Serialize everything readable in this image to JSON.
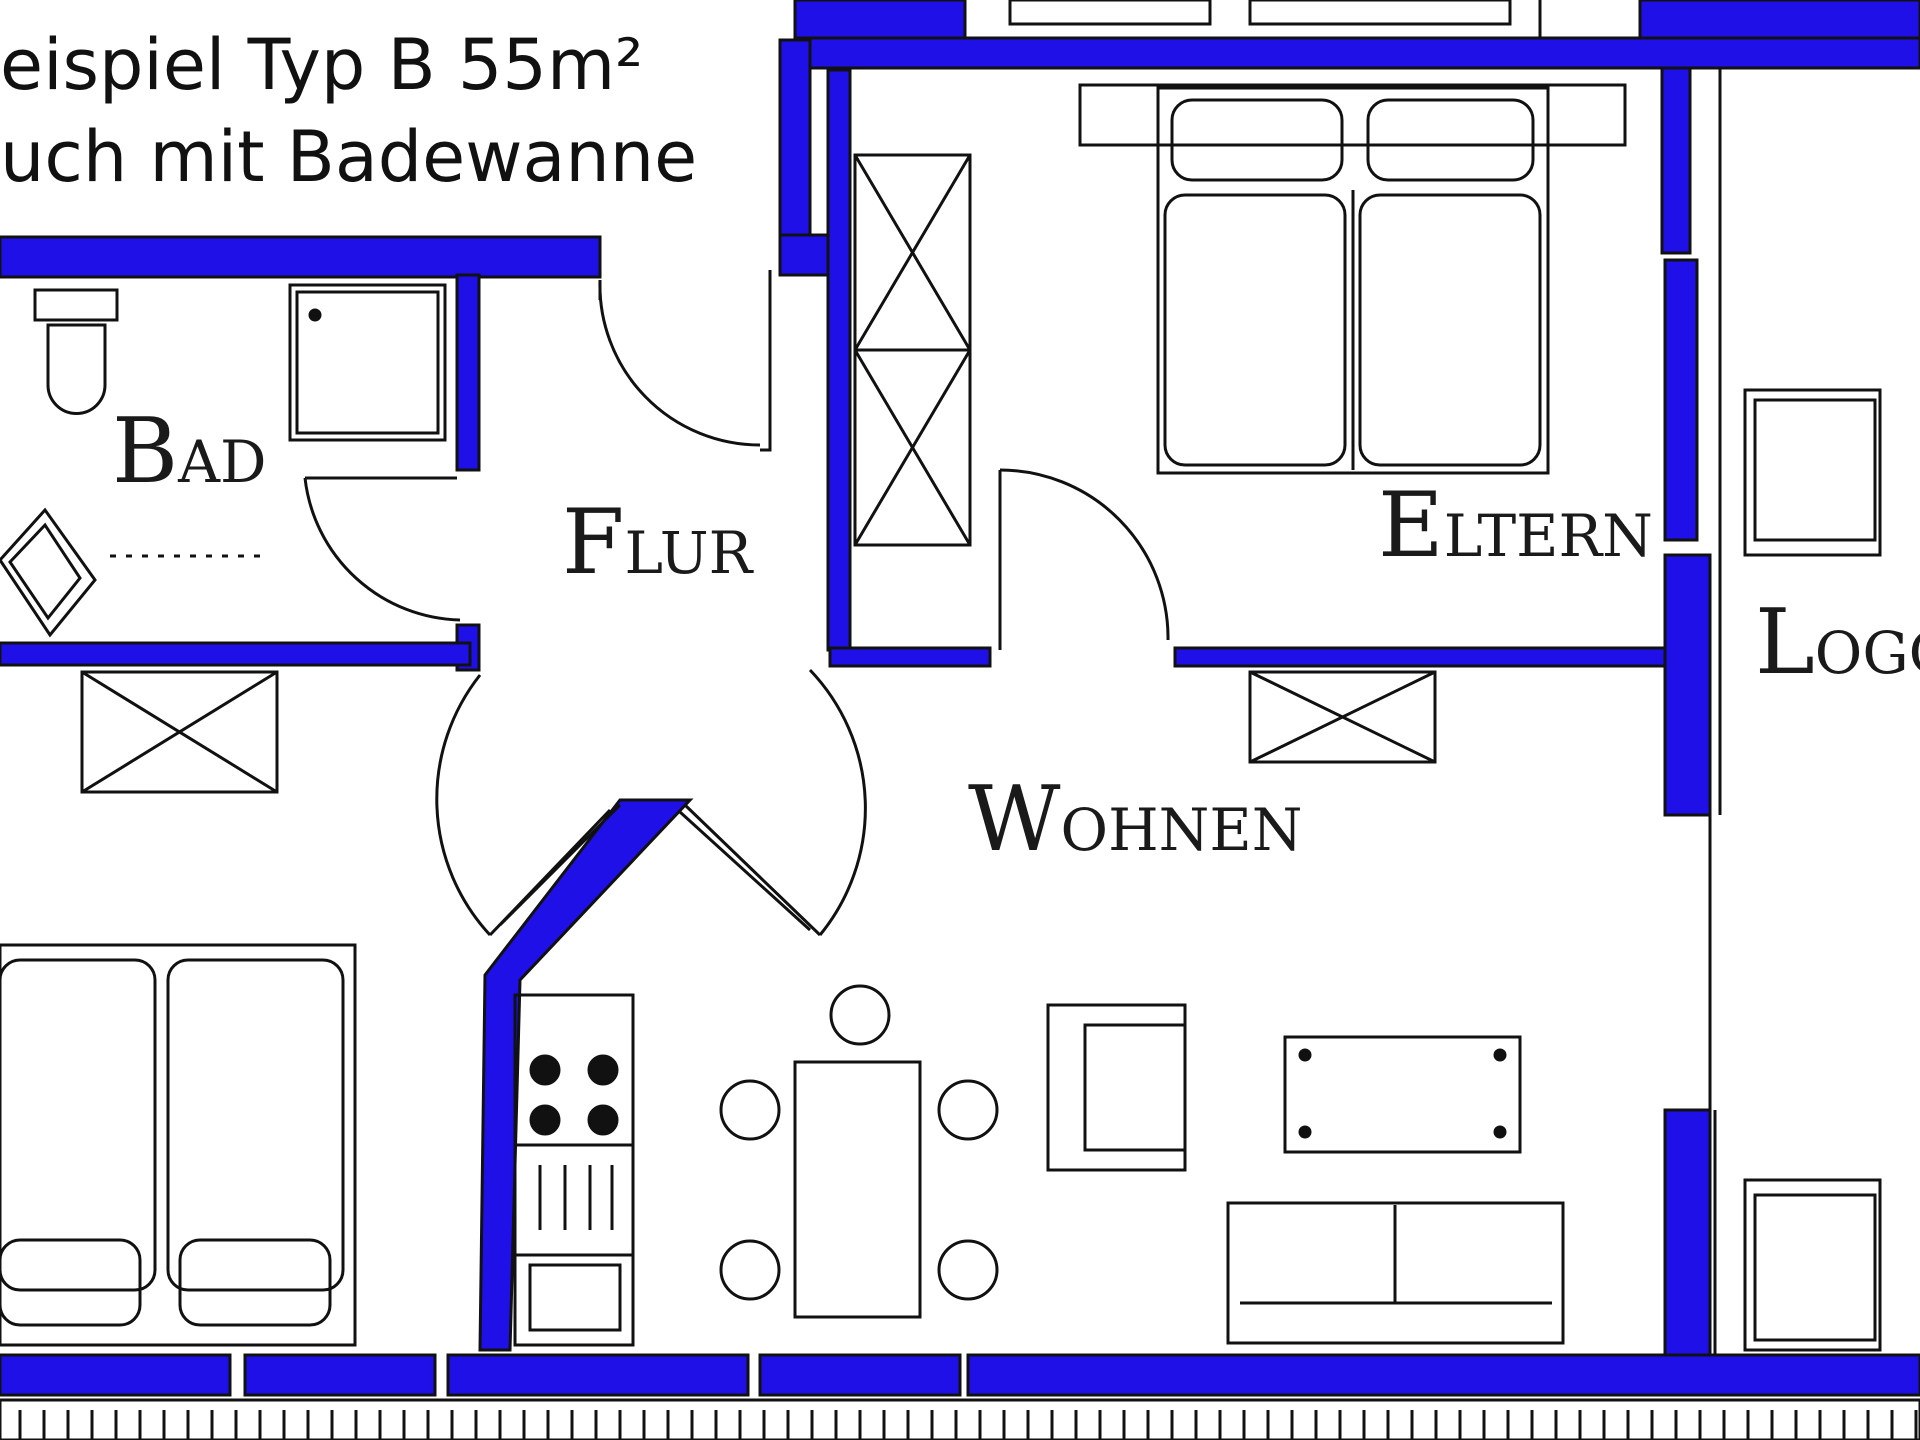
{
  "caption": {
    "line1": "eispiel Typ B  55m²",
    "line2": "uch mit Badewanne"
  },
  "rooms": {
    "bad": {
      "initial": "B",
      "rest": "AD"
    },
    "flur": {
      "initial": "F",
      "rest": "LUR"
    },
    "eltern": {
      "initial": "E",
      "rest": "LTERN"
    },
    "wohnen": {
      "initial": "W",
      "rest": "OHNEN"
    },
    "loggia": {
      "initial": "L",
      "rest": "OGG"
    }
  },
  "colors": {
    "wall": "#1f10e8",
    "line": "#111111",
    "background": "#ffffff"
  }
}
